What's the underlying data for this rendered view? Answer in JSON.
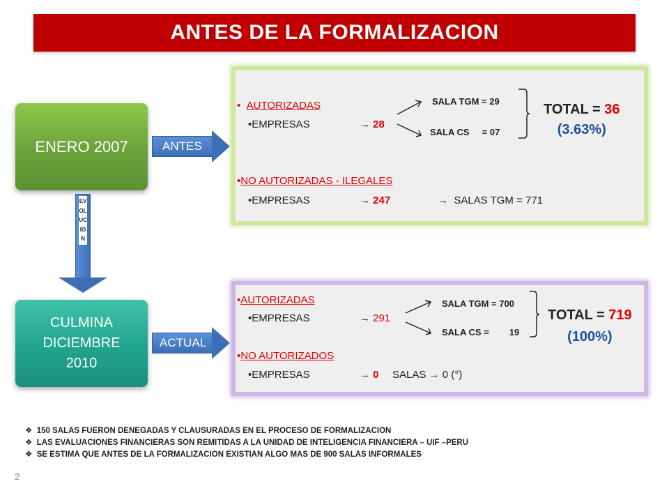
{
  "title": "ANTES DE LA FORMALIZACION",
  "box_top": {
    "label": "ENERO 2007"
  },
  "box_bottom": {
    "line1": "CULMINA",
    "line2": "DICIEMBRE 2010"
  },
  "arrow_antes": "ANTES",
  "arrow_actual": "ACTUAL",
  "evolucion": "EVOLUCION",
  "panel_top": {
    "autorizadas": "AUTORIZADAS",
    "empresas_label": "EMPRESAS",
    "arrow": "→",
    "empresas_value": "28",
    "sala_tgm": "SALA TGM = 29",
    "sala_cs": "SALA CS",
    "sala_cs_value": "= 07",
    "total_label": "TOTAL =",
    "total_value": "36",
    "total_pct": "(3.63%)",
    "no_autorizadas": "NO AUTORIZADAS - ILEGALES",
    "empresas2_label": "EMPRESAS",
    "empresas2_value": "247",
    "salas_tgm": "SALAS TGM = 771"
  },
  "panel_bottom": {
    "autorizadas": "AUTORIZADAS",
    "empresas_label": "EMPRESAS",
    "arrow": "→",
    "empresas_value": "291",
    "sala_tgm": "SALA TGM = 700",
    "sala_cs": "SALA CS =",
    "sala_cs_value": "19",
    "total_label": "TOTAL =",
    "total_value": "719",
    "total_pct": "(100%)",
    "no_autorizados": "NO AUTORIZADOS",
    "empresas2_label": "EMPRESAS",
    "empresas2_value": "0",
    "salas_label": "SALAS",
    "salas_value": "0 (°)"
  },
  "footnotes": [
    "150 SALAS FUERON DENEGADAS Y CLAUSURADAS EN EL PROCESO DE FORMALIZACION",
    "LAS EVALUACIONES FINANCIERAS SON REMITIDAS A LA UNIDAD DE INTELIGENCIA FINANCIERA – UIF –PERU",
    "SE ESTIMA QUE ANTES DE LA FORMALIZACION EXISTIAN ALGO MAS DE 900 SALAS INFORMALES"
  ],
  "bullet_char": "❖",
  "page_number": "2"
}
